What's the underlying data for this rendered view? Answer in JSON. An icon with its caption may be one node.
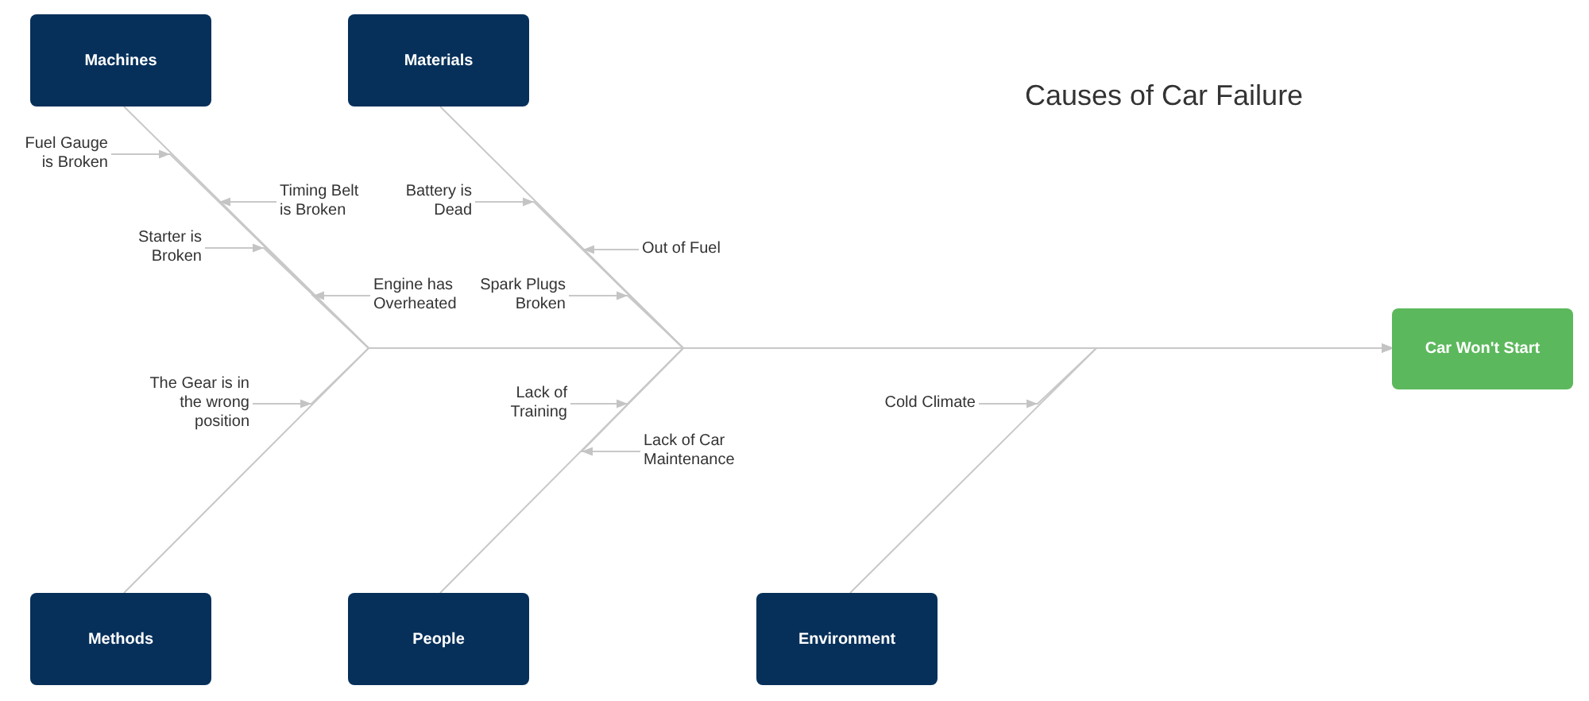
{
  "diagram": {
    "title": "Causes of Car Failure",
    "nodes": [
      {
        "text": [
          "Machines"
        ]
      },
      {
        "text": [
          "Materials"
        ]
      },
      {
        "text": [
          "Fuel Gauge is Broken"
        ]
      },
      {
        "text": [
          "Timing Belt is Broken"
        ]
      },
      {
        "text": [
          "Battery is Dead"
        ]
      },
      {
        "text": [
          "Out of Fuel"
        ]
      },
      {
        "text": [
          "Starter is Broken"
        ]
      },
      {
        "text": [
          "Engine has Overheated"
        ]
      },
      {
        "text": [
          "Spark Plugs Broken"
        ]
      },
      {
        "text": [
          "Car Won't Start"
        ]
      },
      {
        "text": [
          "The Gear is in the wrong position"
        ]
      },
      {
        "text": [
          "Lack of Training"
        ]
      },
      {
        "text": [
          "Cold Climate"
        ]
      },
      {
        "text": [
          "Lack of Car Maintenance"
        ]
      },
      {
        "text": [
          "Methods"
        ]
      },
      {
        "text": [
          "People"
        ]
      },
      {
        "text": [
          "Environment"
        ]
      }
    ],
    "edges": [
      {
        "from": 0,
        "to": 9,
        "arrow": "to"
      },
      {
        "from": 1,
        "to": 9,
        "arrow": "to"
      },
      {
        "from": 14,
        "to": 9,
        "arrow": "to"
      },
      {
        "from": 15,
        "to": 9,
        "arrow": "to"
      },
      {
        "from": 16,
        "to": 9,
        "arrow": "to"
      },
      {
        "from": 2,
        "to": 9,
        "arrow": "to"
      },
      {
        "from": 3,
        "to": 9,
        "arrow": "to"
      },
      {
        "from": 4,
        "to": 9,
        "arrow": "to"
      },
      {
        "from": 5,
        "to": 9,
        "arrow": "to"
      },
      {
        "from": 6,
        "to": 9,
        "arrow": "to"
      },
      {
        "from": 7,
        "to": 9,
        "arrow": "to"
      },
      {
        "from": 8,
        "to": 9,
        "arrow": "to"
      },
      {
        "from": 10,
        "to": 9,
        "arrow": "to"
      },
      {
        "from": 11,
        "to": 9,
        "arrow": "to"
      },
      {
        "from": 12,
        "to": 9,
        "arrow": "to"
      },
      {
        "from": 13,
        "to": 9,
        "arrow": "to"
      }
    ]
  }
}
